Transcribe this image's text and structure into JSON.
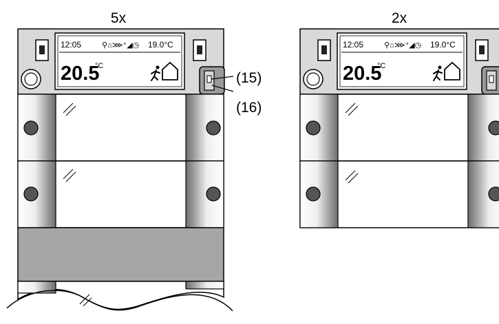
{
  "figure": {
    "variant_left_label": "5x",
    "variant_right_label": "2x",
    "callouts": [
      "(15)",
      "(16)"
    ]
  },
  "display": {
    "time": "12:05",
    "status_icons": "⚲⌂⋙⁺◢◷",
    "setpoint": "19.0°C",
    "temperature": "20.5",
    "temperature_unit": "°C",
    "mode_icons": [
      "presence-icon",
      "house-icon"
    ]
  },
  "colors": {
    "housing": "#d9d9d9",
    "pillar_dark": "#9a9a9a",
    "gray_cover": "#a6a6a6",
    "led": "#555555",
    "outline": "#000000"
  }
}
